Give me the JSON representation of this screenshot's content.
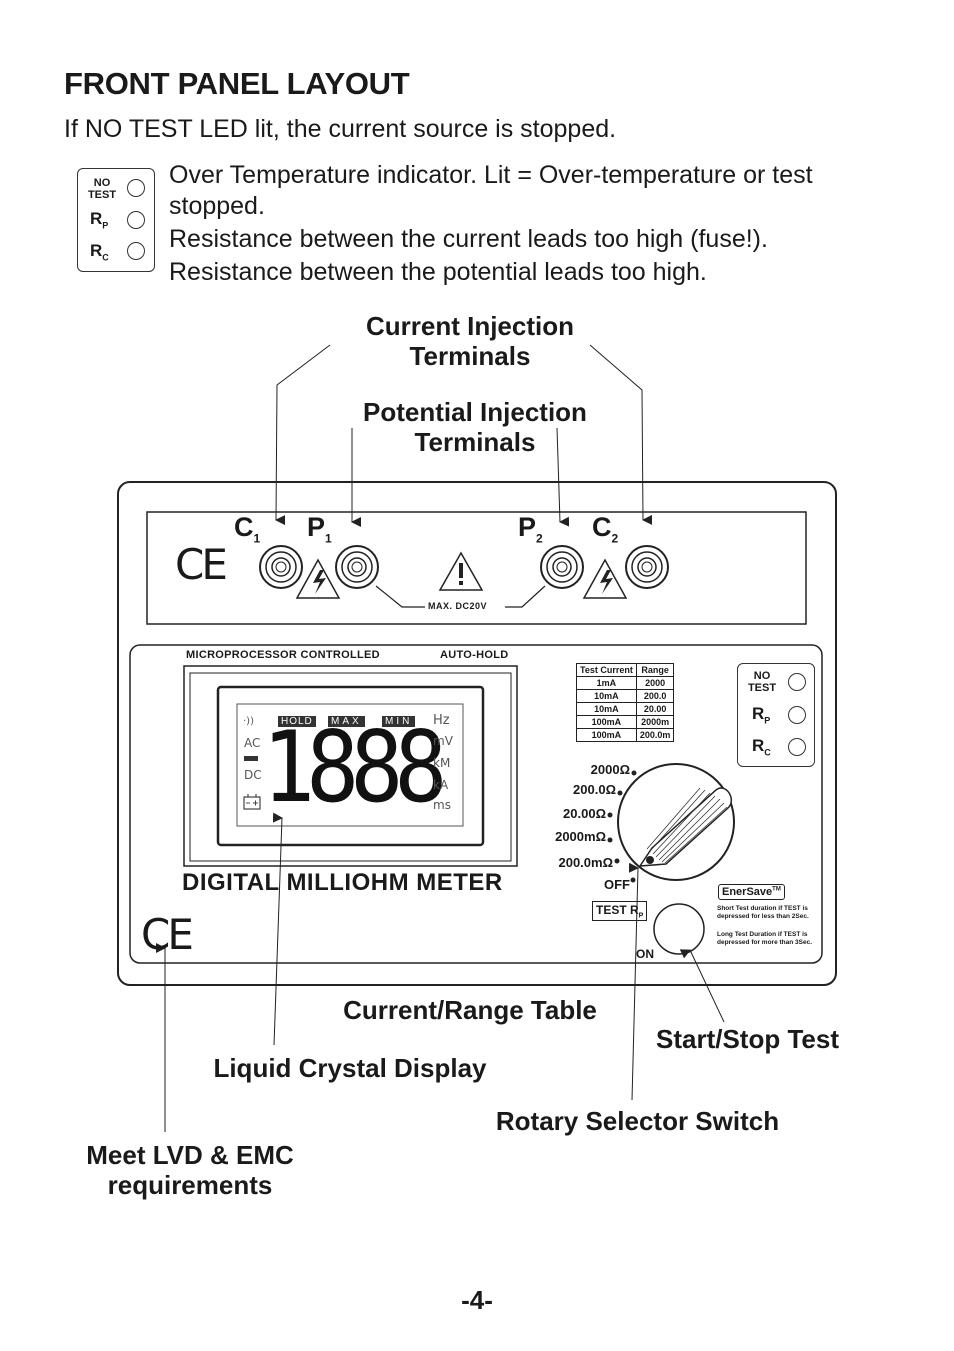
{
  "heading": "FRONT PANEL LAYOUT",
  "intro": "If NO TEST LED lit, the current source is stopped.",
  "led_legend": {
    "no_test_label_1": "NO",
    "no_test_label_2": "TEST",
    "rp_label": "R",
    "rp_sub": "P",
    "rc_label": "R",
    "rc_sub": "C",
    "desc_over_temp": "Over Temperature indicator. Lit = Over-temperature or test stopped.",
    "desc_rp": "Resistance between the current leads too high (fuse!).",
    "desc_rc": "Resistance between the potential leads too high."
  },
  "callouts": {
    "current_injection": "Current Injection Terminals",
    "potential_injection": "Potential Injection Terminals",
    "current_range_table": "Current/Range Table",
    "start_stop": "Start/Stop Test",
    "lcd": "Liquid Crystal Display",
    "rotary": "Rotary Selector Switch",
    "lvd_emc": "Meet LVD & EMC requirements"
  },
  "terminals": {
    "c1": "C",
    "c1_sub": "1",
    "p1": "P",
    "p1_sub": "1",
    "p2": "P",
    "p2_sub": "2",
    "c2": "C",
    "c2_sub": "2",
    "max_voltage": "MAX. DC20V",
    "ce": "CE"
  },
  "meter": {
    "top_left_label": "MICROPROCESSOR CONTROLLED",
    "top_right_label": "AUTO-HOLD",
    "name": "DIGITAL MILLIOHM METER",
    "ce": "CE",
    "lcd": {
      "digits": "1888",
      "hold": "HOLD",
      "max": "MAX",
      "min": "MIN",
      "ac": "AC",
      "dc": "DC",
      "beep": "·))",
      "units": [
        "Hz",
        "mV",
        "kM",
        "kA",
        "ms"
      ]
    },
    "range_table": {
      "headers": [
        "Test Current",
        "Range"
      ],
      "rows": [
        [
          "1mA",
          "2000"
        ],
        [
          "10mA",
          "200.0"
        ],
        [
          "10mA",
          "20.00"
        ],
        [
          "100mA",
          "2000m"
        ],
        [
          "100mA",
          "200.0m"
        ]
      ]
    },
    "panel_led": {
      "no_test_1": "NO",
      "no_test_2": "TEST",
      "rp": "R",
      "rp_sub": "P",
      "rc": "R",
      "rc_sub": "C"
    },
    "dial_positions": [
      "2000Ω",
      "200.0Ω",
      "20.00Ω",
      "2000mΩ",
      "200.0mΩ",
      "OFF"
    ],
    "test_button": "TEST R",
    "test_button_sub": "P",
    "on_label": "ON",
    "enersave": {
      "title": "EnerSave",
      "tm": "TM",
      "short": "Short Test duration if TEST is depressed for less than 2Sec.",
      "long": "Long Test Duration if TEST is depressed for more than 3Sec."
    }
  },
  "page_number": "-4-"
}
